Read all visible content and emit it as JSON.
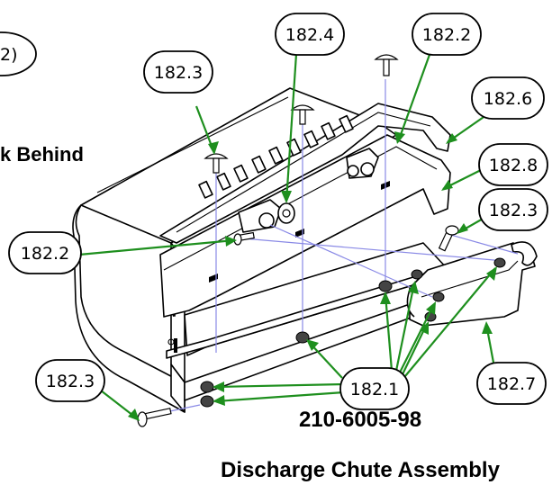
{
  "title": {
    "part_number": "210-6005-98",
    "name": "Discharge Chute Assembly",
    "side_label_fragment": "k Behind",
    "corner_fragment": "2)"
  },
  "callouts": {
    "c_182_4": "182.4",
    "c_182_2_top": "182.2",
    "c_182_3_top": "182.3",
    "c_182_6": "182.6",
    "c_182_8": "182.8",
    "c_182_3_right": "182.3",
    "c_182_2_left": "182.2",
    "c_182_3_left": "182.3",
    "c_182_1": "182.1",
    "c_182_7": "182.7"
  },
  "colors": {
    "leader": "#1e8f1e",
    "guide": "#8a8ae6",
    "outline": "#000000"
  }
}
